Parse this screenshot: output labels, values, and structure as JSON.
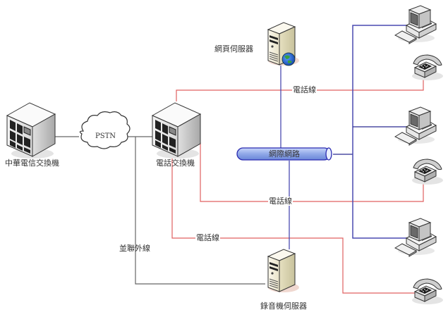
{
  "diagram": {
    "type": "network-topology",
    "colors": {
      "phone_line": "#e06060",
      "network_line": "#4a4ab0",
      "external_line": "#666666",
      "network_bus_fill": "#8fa8e8",
      "network_bus_stroke": "#2a2ab0"
    },
    "nodes": {
      "cht_switch": {
        "label": "中華電信交換機",
        "icon": "pbx-switch-icon"
      },
      "pstn": {
        "label": "PSTN",
        "icon": "cloud-icon"
      },
      "pbx": {
        "label": "電話交換機",
        "icon": "pbx-switch-icon"
      },
      "web_server": {
        "label": "網頁伺服器",
        "icon": "web-server-icon"
      },
      "network": {
        "label": "網際網路",
        "icon": "network-bus-icon"
      },
      "recorder_server": {
        "label": "錄音機伺服器",
        "icon": "server-icon"
      },
      "pc1": {
        "label": "",
        "icon": "computer-icon"
      },
      "pc2": {
        "label": "",
        "icon": "computer-icon"
      },
      "pc3": {
        "label": "",
        "icon": "computer-icon"
      },
      "phone1": {
        "label": "",
        "icon": "telephone-icon"
      },
      "phone2": {
        "label": "",
        "icon": "telephone-icon"
      },
      "phone3": {
        "label": "",
        "icon": "telephone-icon"
      }
    },
    "edge_labels": {
      "phone_line_top": "電話線",
      "phone_line_mid": "電話線",
      "phone_line_bottom": "電話線",
      "parallel_line": "並聯外線"
    }
  }
}
